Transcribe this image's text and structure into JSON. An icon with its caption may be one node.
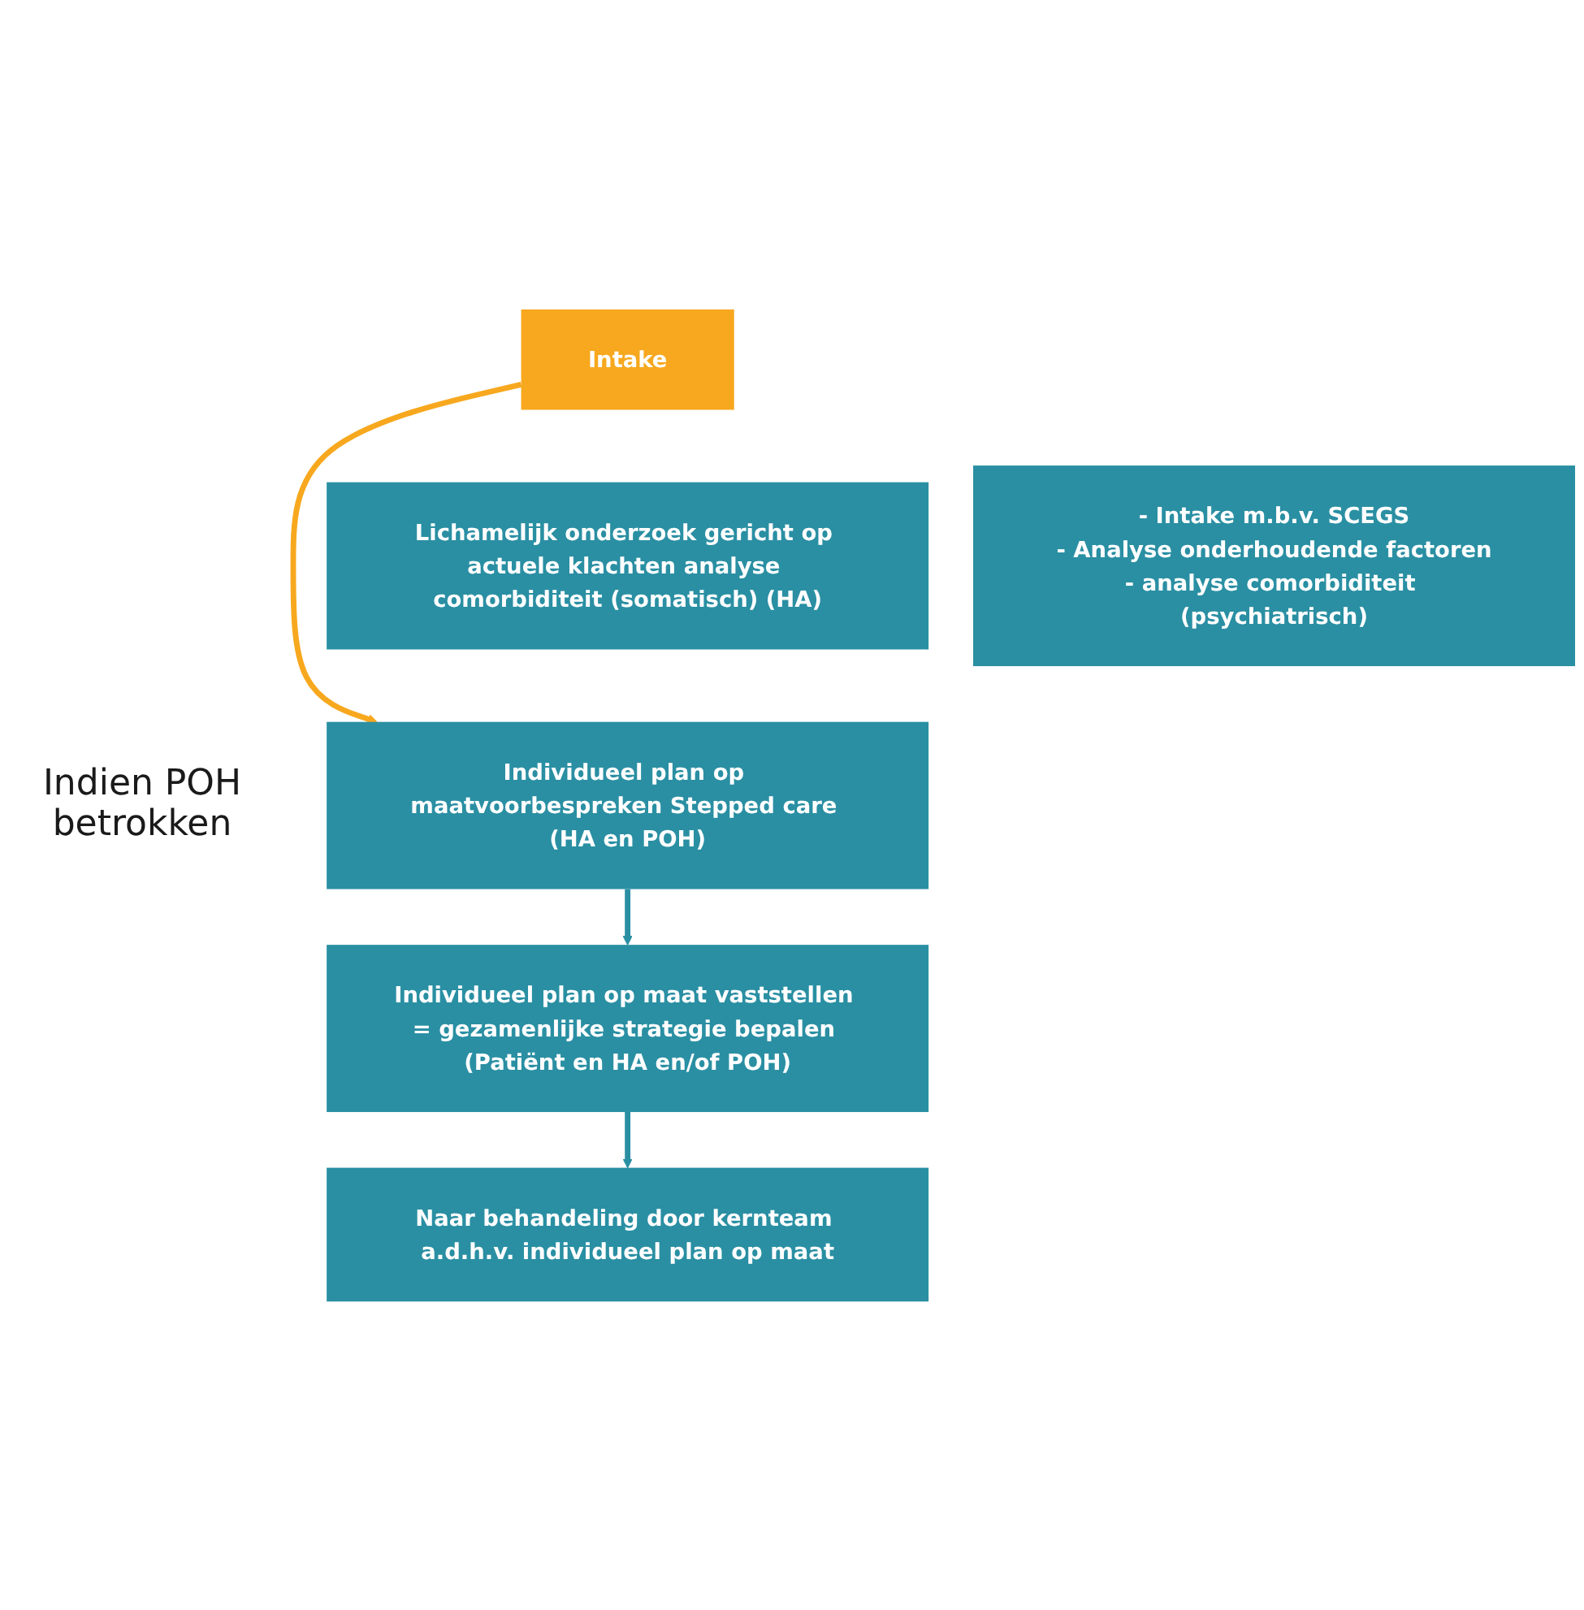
{
  "diagram": {
    "nodes": [
      {
        "text": [
          "Intake"
        ]
      },
      {
        "text": [
          "Lichamelijk onderzoek gericht op actuele klachten analyse comorbiditeit (somatisch) (HA)"
        ]
      },
      {
        "text": [
          "- Intake m.b.v. SCEGS",
          "- Analyse onderhoudende factoren",
          "- analyse comorbiditeit (psychiatrisch)"
        ]
      },
      {
        "text": [
          "Individueel plan op maatvoorbespreken Stepped care (HA en POH)"
        ]
      },
      {
        "text": [
          "Individueel plan op maat vaststellen = gezamenlijke strategie bepalen (Patiënt en HA en/of POH)"
        ]
      },
      {
        "text": [
          "Naar behandeling door kernteam a.d.h.v. individueel plan op maat"
        ]
      }
    ],
    "edges": [
      {
        "from": 0,
        "to": 3,
        "arrow": "to",
        "color": "#f7a81e"
      },
      {
        "from": 3,
        "to": 4,
        "arrow": "to"
      },
      {
        "from": 4,
        "to": 5,
        "arrow": "to"
      }
    ],
    "labels": [
      "Indien POH betrokken"
    ]
  }
}
